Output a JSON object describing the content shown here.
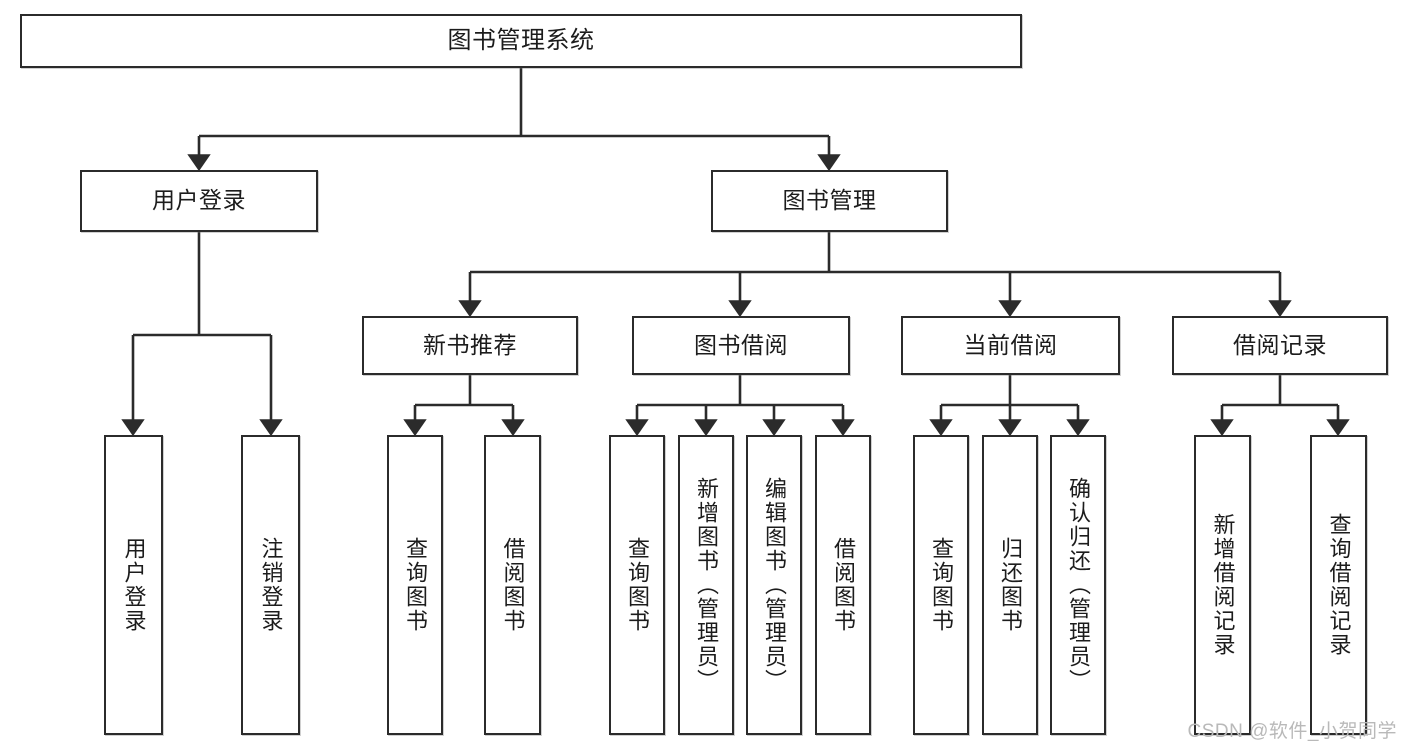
{
  "diagram": {
    "title": "图书管理系统",
    "type": "hierarchy-tree",
    "colors": {
      "box_border": "#2b2b2b",
      "box_fill": "#ffffff",
      "connector": "#2b2b2b",
      "text": "#1c1c1c",
      "watermark": "#b9b9b9"
    },
    "levels": {
      "root": {
        "label": "图书管理系统"
      },
      "level2": [
        {
          "label": "用户登录"
        },
        {
          "label": "图书管理"
        }
      ],
      "level3": [
        {
          "label": "新书推荐"
        },
        {
          "label": "图书借阅"
        },
        {
          "label": "当前借阅"
        },
        {
          "label": "借阅记录"
        }
      ],
      "level4": [
        {
          "label": "用户登录",
          "parent": "用户登录"
        },
        {
          "label": "注销登录",
          "parent": "用户登录"
        },
        {
          "label": "查询图书",
          "parent": "新书推荐"
        },
        {
          "label": "借阅图书",
          "parent": "新书推荐"
        },
        {
          "label": "查询图书",
          "parent": "图书借阅"
        },
        {
          "label": "新增图书（管理员）",
          "parent": "图书借阅"
        },
        {
          "label": "编辑图书（管理员）",
          "parent": "图书借阅"
        },
        {
          "label": "借阅图书",
          "parent": "图书借阅"
        },
        {
          "label": "查询图书",
          "parent": "当前借阅"
        },
        {
          "label": "归还图书",
          "parent": "当前借阅"
        },
        {
          "label": "确认归还（管理员）",
          "parent": "当前借阅"
        },
        {
          "label": "新增借阅记录",
          "parent": "借阅记录"
        },
        {
          "label": "查询借阅记录",
          "parent": "借阅记录"
        }
      ]
    }
  },
  "watermark": {
    "text": "CSDN @软件_小贺同学"
  }
}
